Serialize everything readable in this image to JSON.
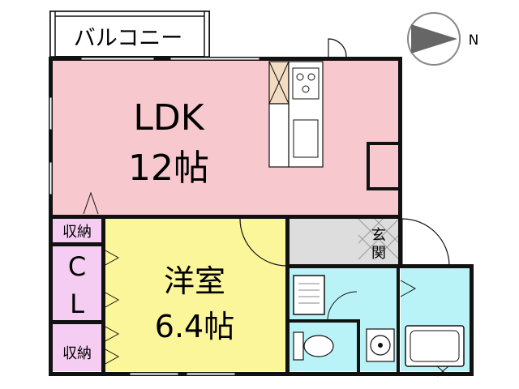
{
  "balcony": {
    "label": "バルコニー"
  },
  "compass": {
    "label": "N"
  },
  "rooms": {
    "ldk": {
      "name": "LDK",
      "size": "12帖"
    },
    "western": {
      "name": "洋室",
      "size": "6.4帖"
    },
    "storage_top": {
      "label": "収納"
    },
    "closet": {
      "line1": "C",
      "line2": "L"
    },
    "storage_bottom": {
      "label": "収納"
    },
    "entrance": {
      "line1": "玄",
      "line2": "関"
    }
  },
  "colors": {
    "ldk": "#f7c9cf",
    "western": "#fbf69a",
    "storage": "#f6cdf2",
    "entrance": "#dddddd",
    "water": "#b9f3f7",
    "wall": "#111111"
  }
}
